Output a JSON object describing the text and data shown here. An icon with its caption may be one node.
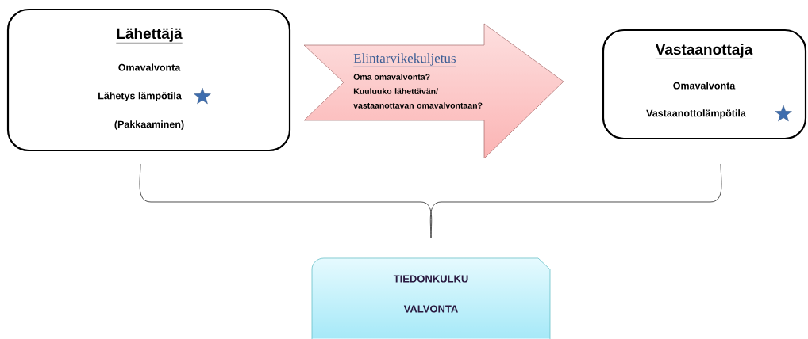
{
  "diagram": {
    "nodes": [
      {
        "text": [
          "Lähettäjä",
          "Omavalvonta",
          "Lähetys lämpötila",
          "(Pakkaaminen)"
        ]
      },
      {
        "text": [
          "Elintarvikekuljetus",
          "Oma omavalvonta?",
          "Kuuluuko lähettävän/ vastaanottavan omavalvontaan?"
        ]
      },
      {
        "text": [
          "Vastaanottaja",
          "Omavalvonta",
          "Vastaanottolämpötila"
        ]
      },
      {
        "text": [
          "TIEDONKULKU",
          "VALVONTA"
        ]
      }
    ]
  }
}
